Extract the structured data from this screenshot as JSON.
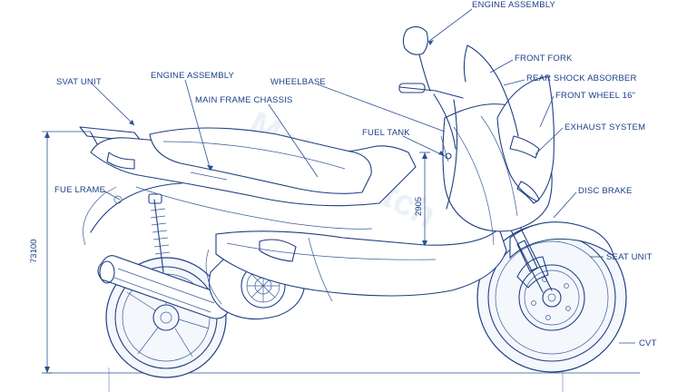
{
  "labels": {
    "engine_assembly_top": "ENGINE ASSEMBLY",
    "front_fork": "FRONT FORK",
    "rear_shock_absorber": "REAR SHOCK ABSORBER",
    "front_wheel": "FRONT WHEEL 16\"",
    "exhaust_system": "EXHAUST SYSTEM",
    "disc_brake": "DISC BRAKE",
    "seat_unit_right": "SEAT UNIT",
    "cvt": "CVT",
    "svat_unit": "SVAT UNIT",
    "engine_assembly_left": "ENGINE ASSEMBLY",
    "wheelbase": "WHEELBASE",
    "main_frame_chassis": "MAIN FRAME CHASSIS",
    "fuel_tank": "FUEL TANK",
    "fue_lrame": "FUE LRAME"
  },
  "dimensions": {
    "height_overall": "73100",
    "seat_height": "2905"
  },
  "watermark": "MotoSketch",
  "colors": {
    "line": "#1f3f82",
    "label": "#1b3f88",
    "background": "#ffffff"
  }
}
